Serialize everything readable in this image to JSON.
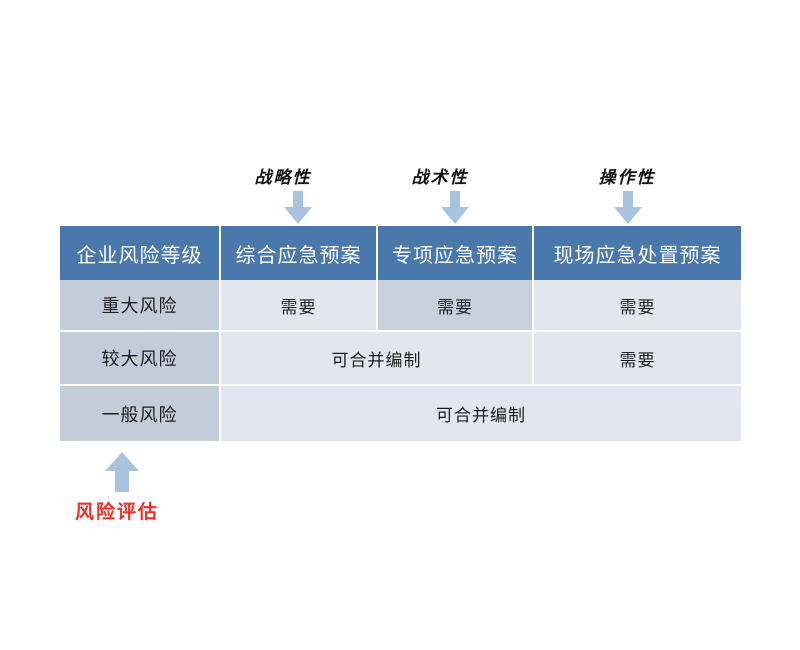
{
  "figure": {
    "type": "matrix-table",
    "colors": {
      "header_bg": "#4a78ad",
      "header_text": "#ffffff",
      "row_header_bg": "#c3cdda",
      "cell_bg": "#e2e6ee",
      "cell_highlight_bg": "#c8d0de",
      "arrow_fill": "#a9c3de",
      "accent_red": "#ee3124",
      "page_bg": "#ffffff"
    }
  },
  "annotations": {
    "top": [
      {
        "label": "战略性",
        "icon": "arrow-down-icon",
        "target_column": 1
      },
      {
        "label": "战术性",
        "icon": "arrow-down-icon",
        "target_column": 2
      },
      {
        "label": "操作性",
        "icon": "arrow-down-icon",
        "target_column": 3
      }
    ],
    "bottom": {
      "label": "风险评估",
      "icon": "arrow-up-icon",
      "target_column": 0
    }
  },
  "table": {
    "headers": [
      "企业风险等级",
      "综合应急预案",
      "专项应急预案",
      "现场应急处置预案"
    ],
    "rows": [
      {
        "level": "重大风险",
        "cells": [
          "需要",
          "需要",
          "需要"
        ],
        "highlight_index": 1
      },
      {
        "level": "较大风险",
        "merged_label": "可合并编制",
        "merged_span": 2,
        "trailing_cell": "需要"
      },
      {
        "level": "一般风险",
        "merged_label": "可合并编制",
        "merged_span": 3
      }
    ]
  }
}
